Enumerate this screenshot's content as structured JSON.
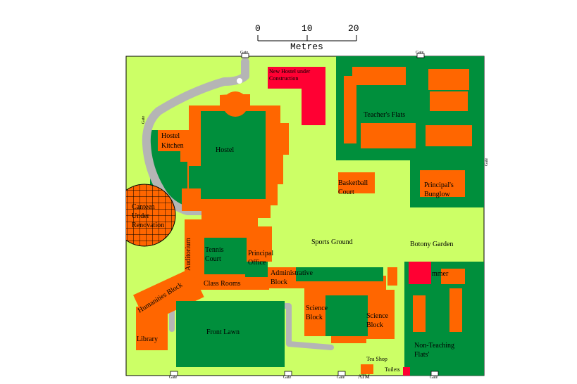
{
  "scale_bar": {
    "ticks": [
      "0",
      "10",
      "20"
    ],
    "unit": "Metres"
  },
  "colors": {
    "open_ground": "#ccff66",
    "garden": "#008f3c",
    "building": "#ff6600",
    "new_construction": "#ff0033",
    "road": "#b5b5b5",
    "gate_marker": "#ffffff"
  },
  "labels": {
    "new_hostel": [
      "New Hostel under",
      "Construction"
    ],
    "teachers_flats": "Teacher's Flats",
    "hostel_kitchen": [
      "Hostel",
      "Kitchen"
    ],
    "hostel": "Hostel",
    "basketball_court": [
      "Basketball",
      "Court"
    ],
    "principals_bungalow": [
      "Principal's",
      "Bunglow"
    ],
    "canteen": [
      "Canteen",
      "Under",
      "Renovation"
    ],
    "auditorium": "Auditorium",
    "tennis_court": [
      "Tennis",
      "Court"
    ],
    "principal_office": [
      "Principal",
      "Office"
    ],
    "sports_ground": "Sports Ground",
    "botany_garden": "Botony Garden",
    "administrative_block": [
      "Administrative",
      "Block"
    ],
    "class_rooms": "Class Rooms",
    "humanities_block": "Humanities Block",
    "science_block_1": [
      "Science",
      "Block"
    ],
    "science_block_2": [
      "Science",
      "Block"
    ],
    "front_lawn": "Front Lawn",
    "library": "Library",
    "non_teaching_flats": [
      "Non-Teaching",
      "Flats'"
    ],
    "tea_shop": "Tea Shop",
    "atm": "ATM",
    "toilets": "Toilets",
    "summer": "mmer",
    "gate_top_left": "Gate",
    "gate_top_right": "Gate",
    "gate_left": "Gate",
    "gate_right": "Gate",
    "gate_bottom_1": "Gate",
    "gate_bottom_2": "Gate",
    "gate_bottom_3": "Gate",
    "gate_bottom_4": "Gate"
  }
}
